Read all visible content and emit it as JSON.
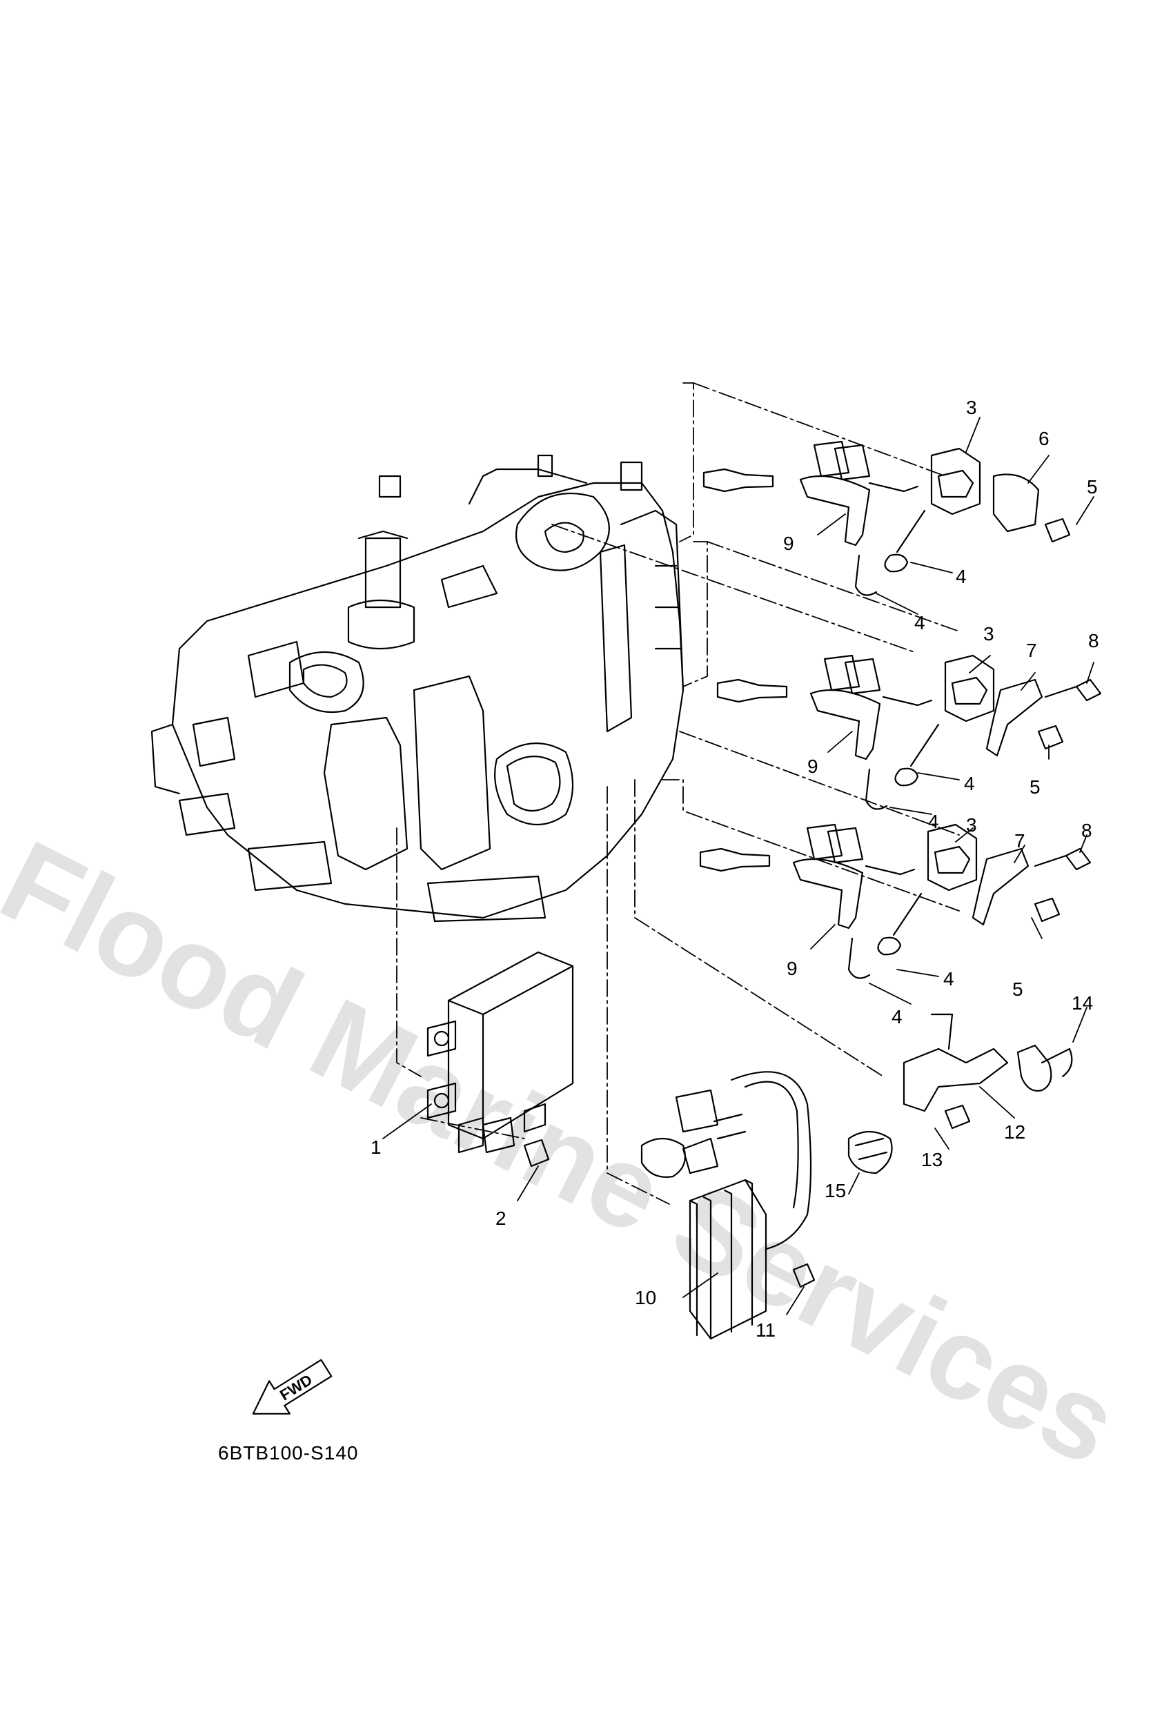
{
  "watermark": "Flood Marine Services",
  "part_code": "6BTB100-S140",
  "fwd_label": "FWD",
  "callouts": [
    {
      "id": "c1",
      "label": "1"
    },
    {
      "id": "c2",
      "label": "2"
    },
    {
      "id": "c3a",
      "label": "3"
    },
    {
      "id": "c3b",
      "label": "3"
    },
    {
      "id": "c3c",
      "label": "3"
    },
    {
      "id": "c4a",
      "label": "4"
    },
    {
      "id": "c4b",
      "label": "4"
    },
    {
      "id": "c4c",
      "label": "4"
    },
    {
      "id": "c4d",
      "label": "4"
    },
    {
      "id": "c4e",
      "label": "4"
    },
    {
      "id": "c4f",
      "label": "4"
    },
    {
      "id": "c5a",
      "label": "5"
    },
    {
      "id": "c5b",
      "label": "5"
    },
    {
      "id": "c5c",
      "label": "5"
    },
    {
      "id": "c6",
      "label": "6"
    },
    {
      "id": "c7a",
      "label": "7"
    },
    {
      "id": "c7b",
      "label": "7"
    },
    {
      "id": "c8a",
      "label": "8"
    },
    {
      "id": "c8b",
      "label": "8"
    },
    {
      "id": "c9a",
      "label": "9"
    },
    {
      "id": "c9b",
      "label": "9"
    },
    {
      "id": "c9c",
      "label": "9"
    },
    {
      "id": "c10",
      "label": "10"
    },
    {
      "id": "c11",
      "label": "11"
    },
    {
      "id": "c12",
      "label": "12"
    },
    {
      "id": "c13",
      "label": "13"
    },
    {
      "id": "c14",
      "label": "14"
    },
    {
      "id": "c15",
      "label": "15"
    }
  ]
}
